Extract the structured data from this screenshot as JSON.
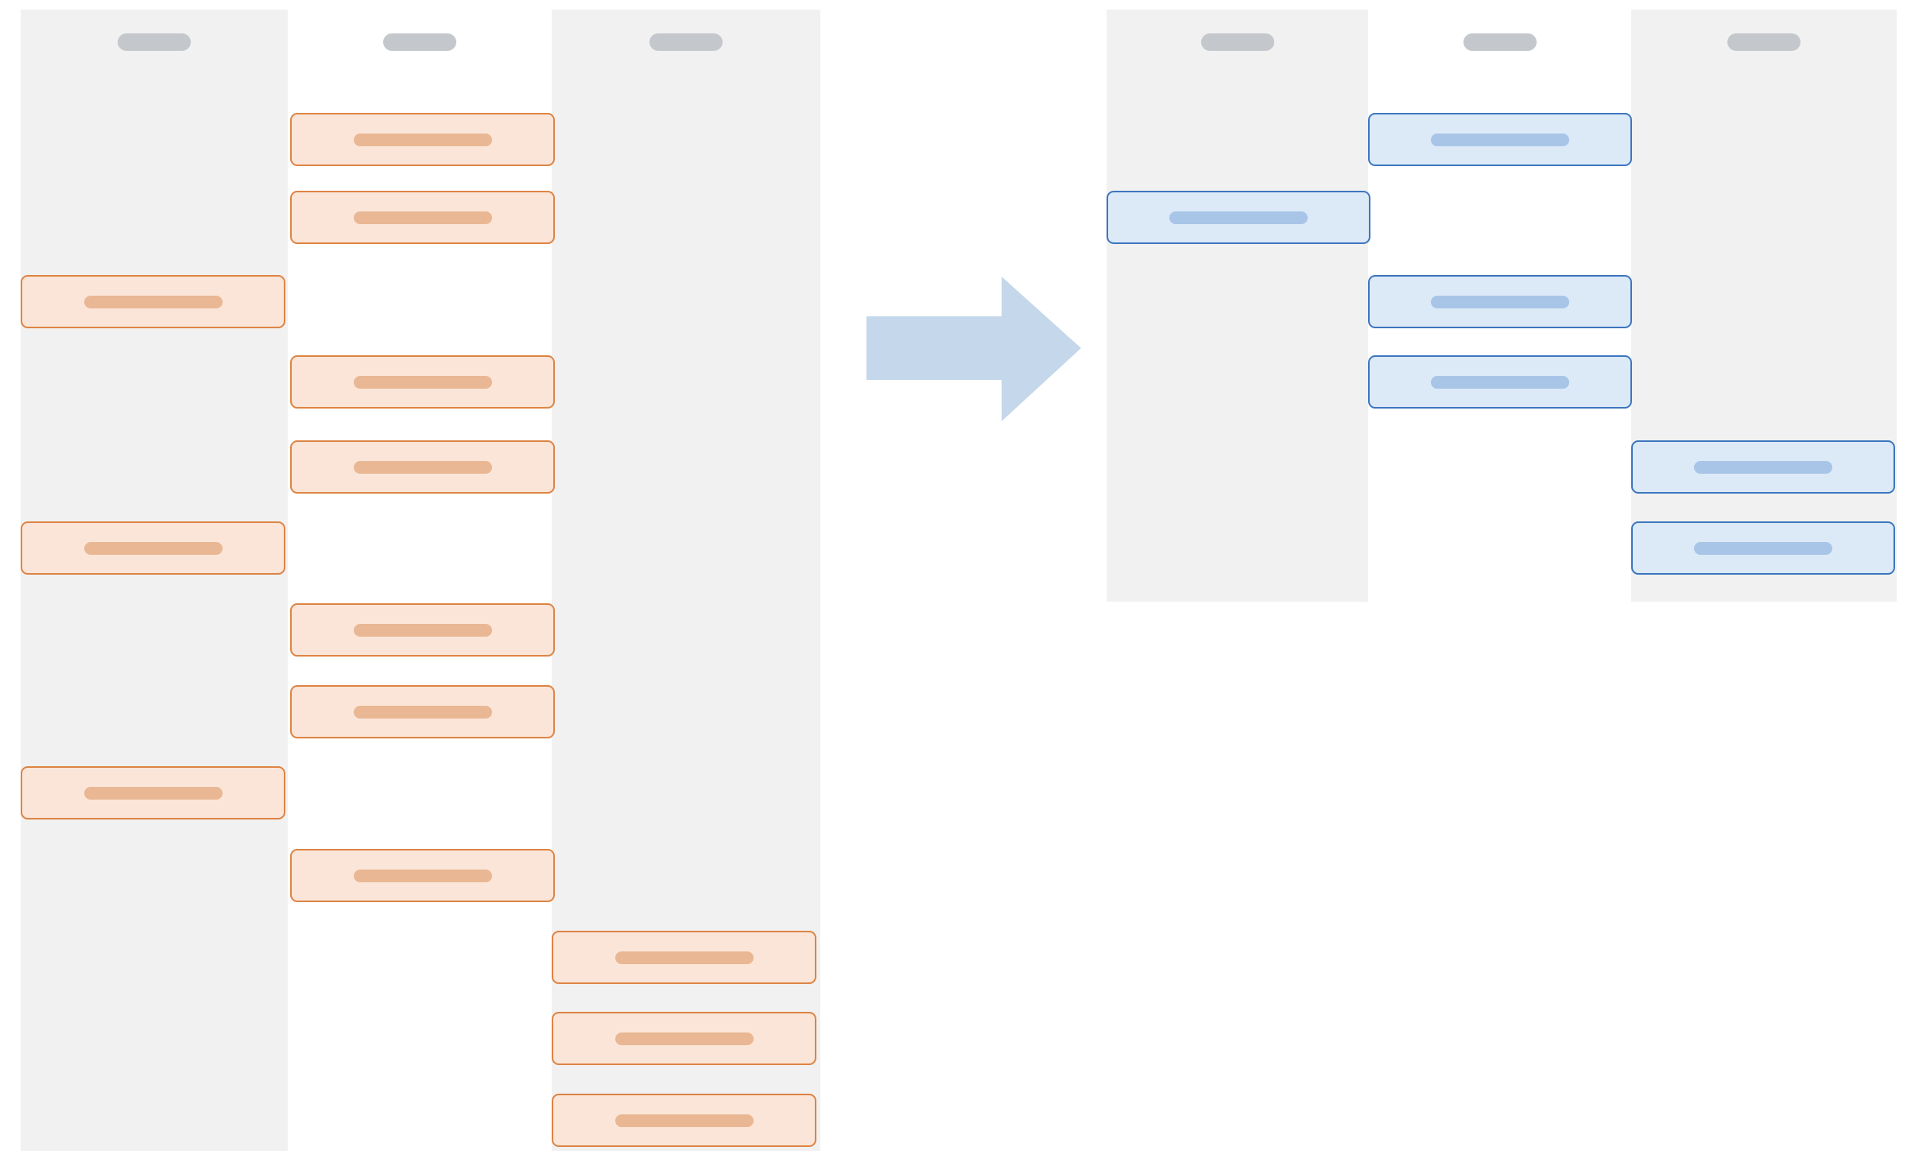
{
  "colors": {
    "lane_background": "#f1f1f1",
    "lane_header_bar": "#c4c7cb",
    "before_card_fill": "#fbe5d8",
    "before_card_border": "#dd8444",
    "before_card_text_bar": "#e9b793",
    "after_card_fill": "#dce9f7",
    "after_card_border": "#3d76bf",
    "after_card_text_bar": "#a8c5e7",
    "arrow_fill": "#c5d7ea"
  },
  "icons": {
    "transition": "right-arrow-icon"
  },
  "before": {
    "lanes": [
      {
        "shaded": true,
        "header": ""
      },
      {
        "shaded": false,
        "header": ""
      },
      {
        "shaded": true,
        "header": ""
      }
    ],
    "cards": [
      {
        "lane": 1,
        "row": 0,
        "label": ""
      },
      {
        "lane": 1,
        "row": 1,
        "label": ""
      },
      {
        "lane": 0,
        "row": 2,
        "label": ""
      },
      {
        "lane": 1,
        "row": 3,
        "label": ""
      },
      {
        "lane": 1,
        "row": 4,
        "label": ""
      },
      {
        "lane": 0,
        "row": 5,
        "label": ""
      },
      {
        "lane": 1,
        "row": 6,
        "label": ""
      },
      {
        "lane": 1,
        "row": 7,
        "label": ""
      },
      {
        "lane": 0,
        "row": 8,
        "label": ""
      },
      {
        "lane": 1,
        "row": 9,
        "label": ""
      },
      {
        "lane": 2,
        "row": 10,
        "label": ""
      },
      {
        "lane": 2,
        "row": 11,
        "label": ""
      },
      {
        "lane": 2,
        "row": 12,
        "label": ""
      }
    ]
  },
  "after": {
    "lanes": [
      {
        "shaded": true,
        "header": ""
      },
      {
        "shaded": false,
        "header": ""
      },
      {
        "shaded": true,
        "header": ""
      }
    ],
    "cards": [
      {
        "lane": 1,
        "row": 0,
        "label": ""
      },
      {
        "lane": 0,
        "row": 1,
        "label": ""
      },
      {
        "lane": 1,
        "row": 2,
        "label": ""
      },
      {
        "lane": 1,
        "row": 3,
        "label": ""
      },
      {
        "lane": 2,
        "row": 4,
        "label": ""
      },
      {
        "lane": 2,
        "row": 5,
        "label": ""
      }
    ]
  }
}
